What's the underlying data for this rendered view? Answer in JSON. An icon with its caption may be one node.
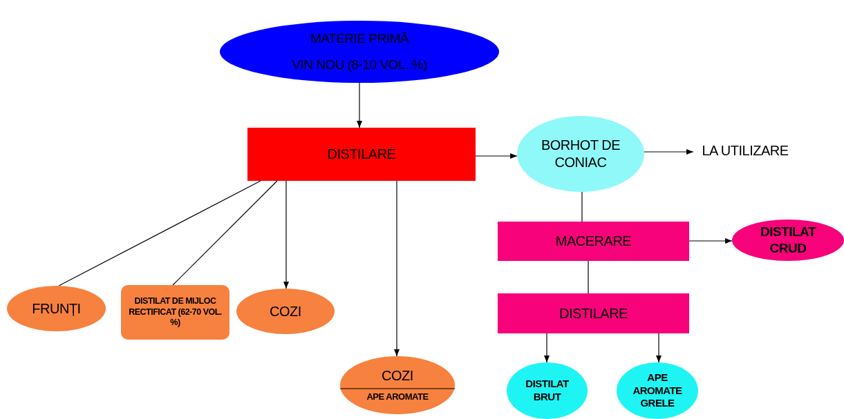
{
  "diagram": {
    "nodes": [
      {
        "text": [
          "MATERIE PRIMĂ",
          "VIN NOU (8-10 VOL. %)"
        ]
      },
      {
        "text": [
          "DISTILARE"
        ]
      },
      {
        "text": [
          "BORHOT DE CONIAC"
        ]
      },
      {
        "text": [
          "LA UTILIZARE"
        ]
      },
      {
        "text": [
          "MACERARE"
        ]
      },
      {
        "text": [
          "DISTILAT CRUD"
        ]
      },
      {
        "text": [
          "DISTILARE"
        ]
      },
      {
        "text": [
          "DISTILAT BRUT"
        ]
      },
      {
        "text": [
          "APE AROMATE GRELE"
        ]
      },
      {
        "text": [
          "FRUNȚI"
        ]
      },
      {
        "text": [
          "DISTILAT DE MIJLOC RECTIFICAT (62-70 VOL. %)"
        ]
      },
      {
        "text": [
          "COZI"
        ]
      },
      {
        "text": [
          "COZI",
          "APE AROMATE"
        ]
      }
    ],
    "edges": [
      {
        "from": 0,
        "to": 1,
        "arrow": "to"
      },
      {
        "from": 1,
        "to": 2,
        "arrow": "to"
      },
      {
        "from": 2,
        "to": 3,
        "arrow": "to"
      },
      {
        "from": 2,
        "to": 4,
        "arrow": "none"
      },
      {
        "from": 4,
        "to": 5,
        "arrow": "to"
      },
      {
        "from": 4,
        "to": 6,
        "arrow": "none"
      },
      {
        "from": 6,
        "to": 7,
        "arrow": "to"
      },
      {
        "from": 6,
        "to": 8,
        "arrow": "to"
      },
      {
        "from": 1,
        "to": 9,
        "arrow": "none"
      },
      {
        "from": 1,
        "to": 10,
        "arrow": "none"
      },
      {
        "from": 1,
        "to": 11,
        "arrow": "to"
      },
      {
        "from": 1,
        "to": 12,
        "arrow": "to"
      }
    ]
  }
}
